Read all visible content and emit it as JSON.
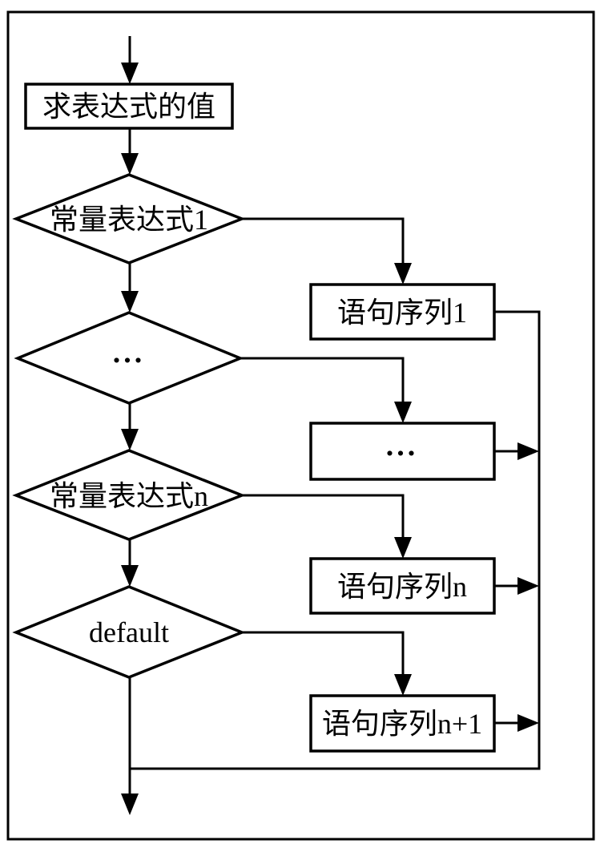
{
  "flowchart": {
    "description": "switch-case statement flow diagram",
    "colors": {
      "line": "#000000",
      "background": "#ffffff"
    },
    "nodes": {
      "evaluate_expression": {
        "label": "求表达式的值",
        "type": "process"
      },
      "case_1": {
        "label": "常量表达式1",
        "type": "decision"
      },
      "case_ellipsis": {
        "label": "...",
        "type": "decision"
      },
      "case_n": {
        "label": "常量表达式n",
        "type": "decision"
      },
      "case_default": {
        "label": "default",
        "type": "decision"
      },
      "statements_1": {
        "label": "语句序列1",
        "type": "process"
      },
      "statements_ellipsis": {
        "label": "...",
        "type": "process"
      },
      "statements_n": {
        "label": "语句序列n",
        "type": "process"
      },
      "statements_n_plus_1": {
        "label": "语句序列n+1",
        "type": "process"
      }
    }
  }
}
